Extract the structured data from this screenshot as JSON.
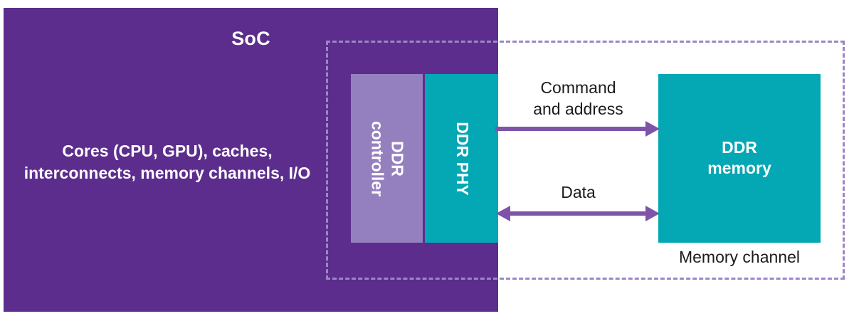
{
  "diagram": {
    "soc": {
      "title": "SoC",
      "body": "Cores (CPU, GPU), caches, interconnects, memory channels, I/O",
      "color": "#5C2D8C"
    },
    "blocks": {
      "ddr_controller": {
        "line1": "DDR",
        "line2": "controller",
        "color": "#9580BF"
      },
      "ddr_phy": {
        "label": "DDR PHY",
        "color": "#04A7B4"
      },
      "ddr_memory": {
        "line1": "DDR",
        "line2": "memory",
        "color": "#04A7B4"
      }
    },
    "connections": [
      {
        "label": "Command and address",
        "line1": "Command",
        "line2": "and address",
        "direction": "right",
        "color": "#7D54A8"
      },
      {
        "label": "Data",
        "line1": "Data",
        "line2": "",
        "direction": "both",
        "color": "#7D54A8"
      }
    ],
    "boundary": {
      "label": "Memory channel",
      "style": "dashed",
      "color": "#9C86C6"
    }
  }
}
